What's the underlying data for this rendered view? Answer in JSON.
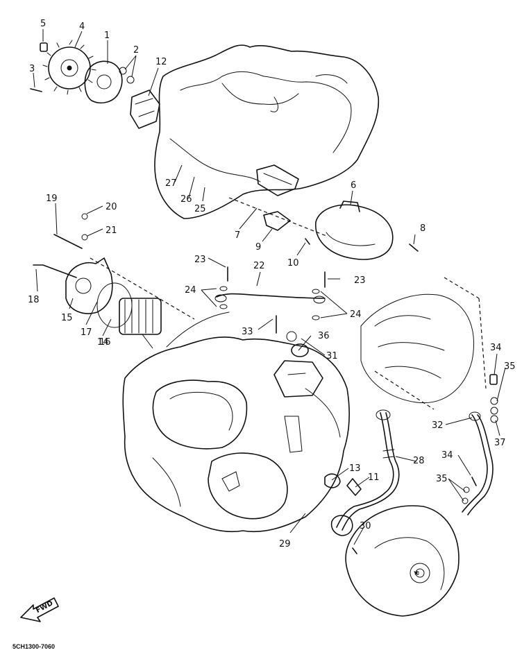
{
  "diagram": {
    "callouts": [
      "1",
      "2",
      "3",
      "4",
      "5",
      "6",
      "7",
      "8",
      "9",
      "10",
      "11",
      "12",
      "13",
      "14",
      "15",
      "16",
      "17",
      "18",
      "19",
      "20",
      "21",
      "22",
      "23",
      "24",
      "25",
      "26",
      "27",
      "28",
      "29",
      "30",
      "31",
      "32",
      "33",
      "34",
      "35",
      "36",
      "37"
    ],
    "fwd_label": "FWD",
    "reference_code": "5CH1300-7060"
  }
}
